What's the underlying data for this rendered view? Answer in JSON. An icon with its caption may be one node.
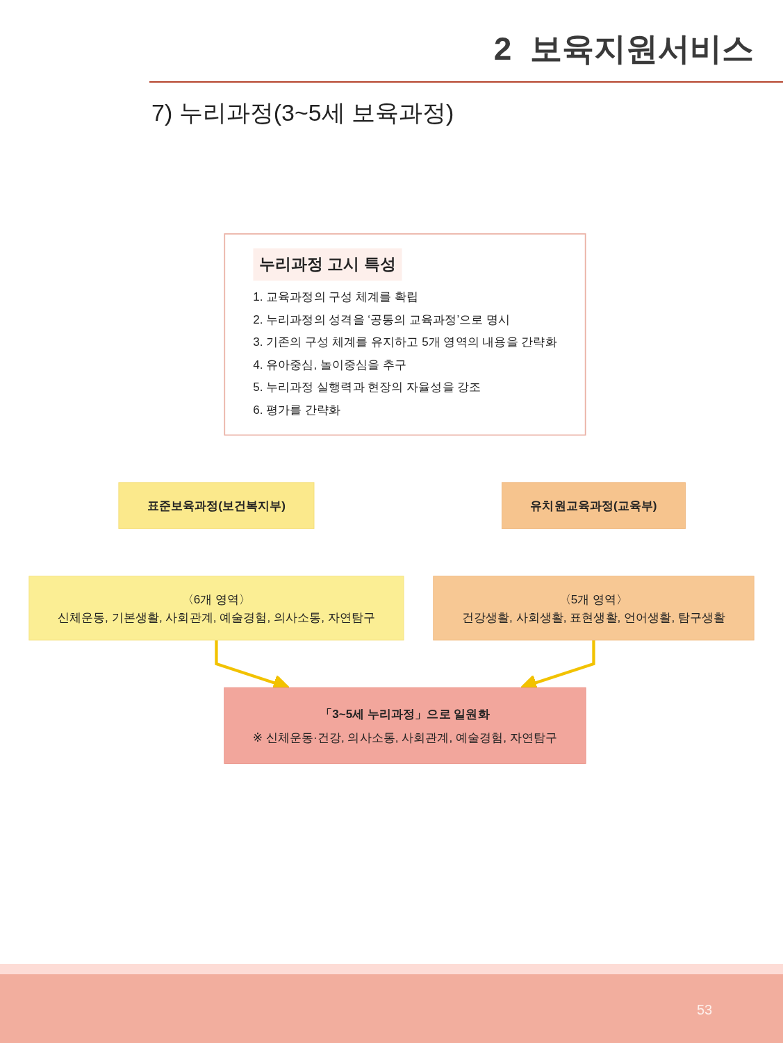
{
  "diagram": {
    "title": "2 보육지원서비스",
    "nodes": [
      {
        "text": [
          "누리과정 고시 특성",
          "1. 교육과정의 구성 체계를 확립",
          "2. 누리과정의 성격을 ‘공통의 교육과정’으로 명시",
          "3. 기존의 구성 체계를 유지하고 5개 영역의 내용을 간략화",
          "4. 유아중심, 놀이중심을 추구",
          "5. 누리과정 실행력과 현장의 자율성을 강조",
          "6. 평가를 간략화"
        ]
      },
      {
        "text": [
          "표준보육과정(보건복지부)"
        ]
      },
      {
        "text": [
          "유치원교육과정(교육부)"
        ]
      },
      {
        "text": [
          "〈6개 영역〉",
          "신체운동, 기본생활, 사회관계, 예술경험, 의사소통, 자연탐구"
        ]
      },
      {
        "text": [
          "〈5개 영역〉",
          "건강생활, 사회생활, 표현생활, 언어생활, 탐구생활"
        ]
      },
      {
        "text": [
          "「3~5세 누리과정」으로 일원화",
          "※ 신체운동·건강, 의사소통, 사회관계, 예술경험, 자연탐구"
        ]
      }
    ],
    "edges": [
      {
        "from": 3,
        "to": 5,
        "arrow": "to"
      },
      {
        "from": 4,
        "to": 5,
        "arrow": "to"
      }
    ],
    "labels": [
      "7) 누리과정(3~5세 보육과정)",
      "53"
    ]
  }
}
